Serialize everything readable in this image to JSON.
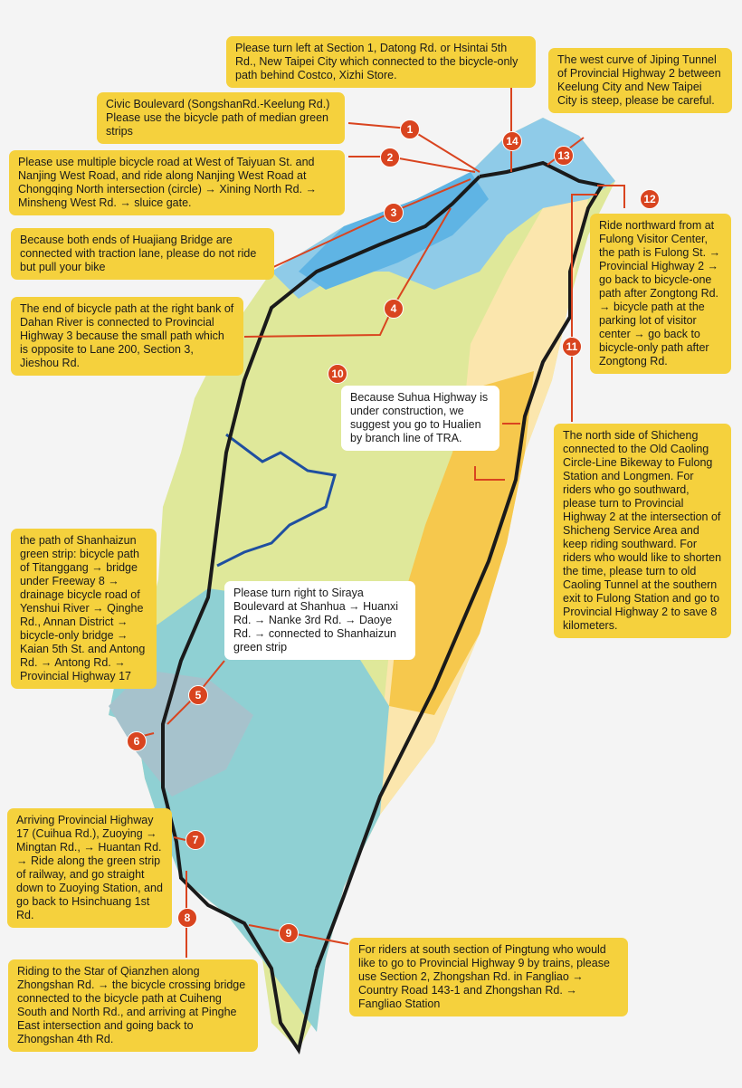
{
  "colors": {
    "callout": "#f5d13d",
    "route": "#1a1a1a",
    "arrow": "#d9441f",
    "river": "#1f4fa0"
  },
  "callouts": [
    {
      "id": "1",
      "text": "Civic Boulevard (SongshanRd.-Keelung Rd.) Please use the bicycle path of median green strips"
    },
    {
      "id": "2",
      "text": "Please use multiple bicycle road at West of Taiyuan St. and Nanjing West Road, and ride along Nanjing West Road at Chongqing North intersection (circle) → Xining North Rd. → Minsheng West Rd. → sluice gate."
    },
    {
      "id": "3",
      "text": "Because both ends of Huajiang Bridge are connected with traction lane, please do not ride but pull your bike"
    },
    {
      "id": "4",
      "text": "The end of bicycle path at the right bank of Dahan River is connected to Provincial Highway 3 because the small path which is opposite to Lane 200, Section 3, Jieshou Rd."
    },
    {
      "id": "5",
      "text": "Please turn right to Siraya Boulevard at Shanhua → Huanxi Rd. → Nanke 3rd Rd. → Daoye Rd. → connected to Shanhaizun green strip"
    },
    {
      "id": "6",
      "text": "the path of Shanhaizun green strip: bicycle path of Titanggang → bridge under Freeway 8 → drainage bicycle road of Yenshui River → Qinghe Rd., Annan District → bicycle-only bridge → Kaian 5th St. and Antong Rd. → Antong Rd. → Provincial Highway 17"
    },
    {
      "id": "7",
      "text": "Arriving Provincial Highway 17 (Cuihua Rd.), Zuoying → Mingtan Rd., → Huantan Rd. → Ride along the green strip of railway, and go straight down to Zuoying Station, and go back to Hsinchuang 1st Rd."
    },
    {
      "id": "8",
      "text": "Riding to the Star of Qianzhen along Zhongshan Rd. → the bicycle crossing bridge connected to the bicycle path at Cuiheng South and North Rd., and arriving at Pinghe East intersection and going back to Zhongshan 4th Rd."
    },
    {
      "id": "9",
      "text": "For riders at south section of Pingtung who would like to go to Provincial Highway 9 by trains, please use Section 2, Zhongshan Rd. in Fangliao → Country Road 143-1 and Zhongshan Rd. → Fangliao Station"
    },
    {
      "id": "10",
      "text": "Because Suhua Highway is under construction, we suggest you go to Hualien by branch line of TRA."
    },
    {
      "id": "11",
      "text": "The north side of Shicheng connected to the Old Caoling Circle-Line Bikeway to Fulong Station and Longmen. For riders who go southward, please turn to Provincial Highway 2 at the intersection of Shicheng Service Area and keep riding southward. For riders who would like to shorten the time, please turn to old Caoling Tunnel at the southern exit to Fulong Station and go to Provincial Highway 2 to save 8 kilometers."
    },
    {
      "id": "12",
      "text": "Ride northward from at Fulong Visitor Center, the path is Fulong St. → Provincial Highway 2 → go back to bicycle-one path after Zongtong Rd. → bicycle path at the parking lot of visitor center → go back to bicycle-only path after Zongtong Rd."
    },
    {
      "id": "13",
      "text": "The west curve of Jiping Tunnel of Provincial Highway 2 between Keelung City and New Taipei City is steep, please be careful."
    },
    {
      "id": "14",
      "text": "Please turn left at Section 1, Datong Rd. or Hsintai 5th Rd., New Taipei City which connected to the bicycle-only path behind Costco, Xizhi Store."
    }
  ]
}
